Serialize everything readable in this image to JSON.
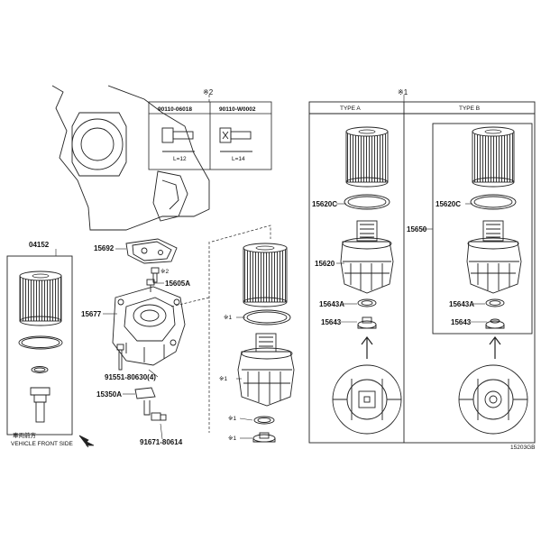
{
  "diagram_id": "15203GB",
  "bolt_note_mark": "※2",
  "filter_note_mark": "※1",
  "bolt_table": {
    "col1": {
      "part": "90110-06018",
      "length": "L=12"
    },
    "col2": {
      "part": "90110-W0002",
      "length": "L=14"
    }
  },
  "type_a": {
    "header": "TYPE A"
  },
  "type_b": {
    "header": "TYPE B"
  },
  "kit_label": "04152",
  "vehicle_front": {
    "jp": "車両前方",
    "en": "VEHICLE FRONT SIDE"
  },
  "parts": {
    "p15692": "15692",
    "p15605A": "15605A",
    "p15605A_mark": "※2",
    "p15677": "15677",
    "p91551": "91551-80630(4)",
    "p15350A": "15350A",
    "p91671": "91671-80614",
    "mark_ring": "※1",
    "mark_cap": "※1",
    "mark_small_ring": "※1",
    "mark_drain": "※1",
    "a_15620C": "15620C",
    "a_15620": "15620",
    "a_15643A": "15643A",
    "a_15643": "15643",
    "b_15620C": "15620C",
    "b_15650": "15650",
    "b_15643A": "15643A",
    "b_15643": "15643"
  }
}
